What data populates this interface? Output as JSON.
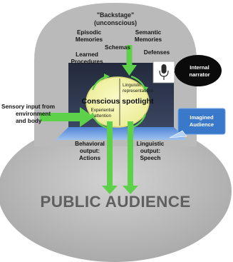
{
  "backstage": {
    "title": "\"Backstage\"",
    "subtitle": "(unconscious)",
    "items": [
      [
        "Episodic",
        "Memories"
      ],
      [
        "Semantic",
        "Memories"
      ],
      [
        "Schemas"
      ],
      [
        "Learned",
        "Procedures"
      ],
      [
        "Defenses"
      ]
    ]
  },
  "spotlight": {
    "title": "Conscious spotlight",
    "linguistic": [
      "Linguistic",
      "representations"
    ],
    "experiential": [
      "Experiential",
      "attention"
    ]
  },
  "internal_narrator": [
    "Internal",
    "narrator"
  ],
  "imagined_audience": [
    "Imagined",
    "Audience"
  ],
  "sensory_input": [
    "Sensory input from",
    "environment",
    "and body"
  ],
  "outputs": {
    "behavioral": [
      "Behavioral",
      "output:",
      "Actions"
    ],
    "linguistic": [
      "Linguistic",
      "output:",
      "Speech"
    ]
  },
  "public_audience": "PUBLIC AUDIENCE",
  "colors": {
    "backstage_gray": "#b9b9b9",
    "stage_navy": "#2b3348",
    "spotlight_yellow": "#f6f5b2",
    "arrow_green": "#5ed14a",
    "imagined_blue": "#3a78c9",
    "audience_gray": "#bdbdbd"
  },
  "icons": [
    "microphone-icon"
  ]
}
